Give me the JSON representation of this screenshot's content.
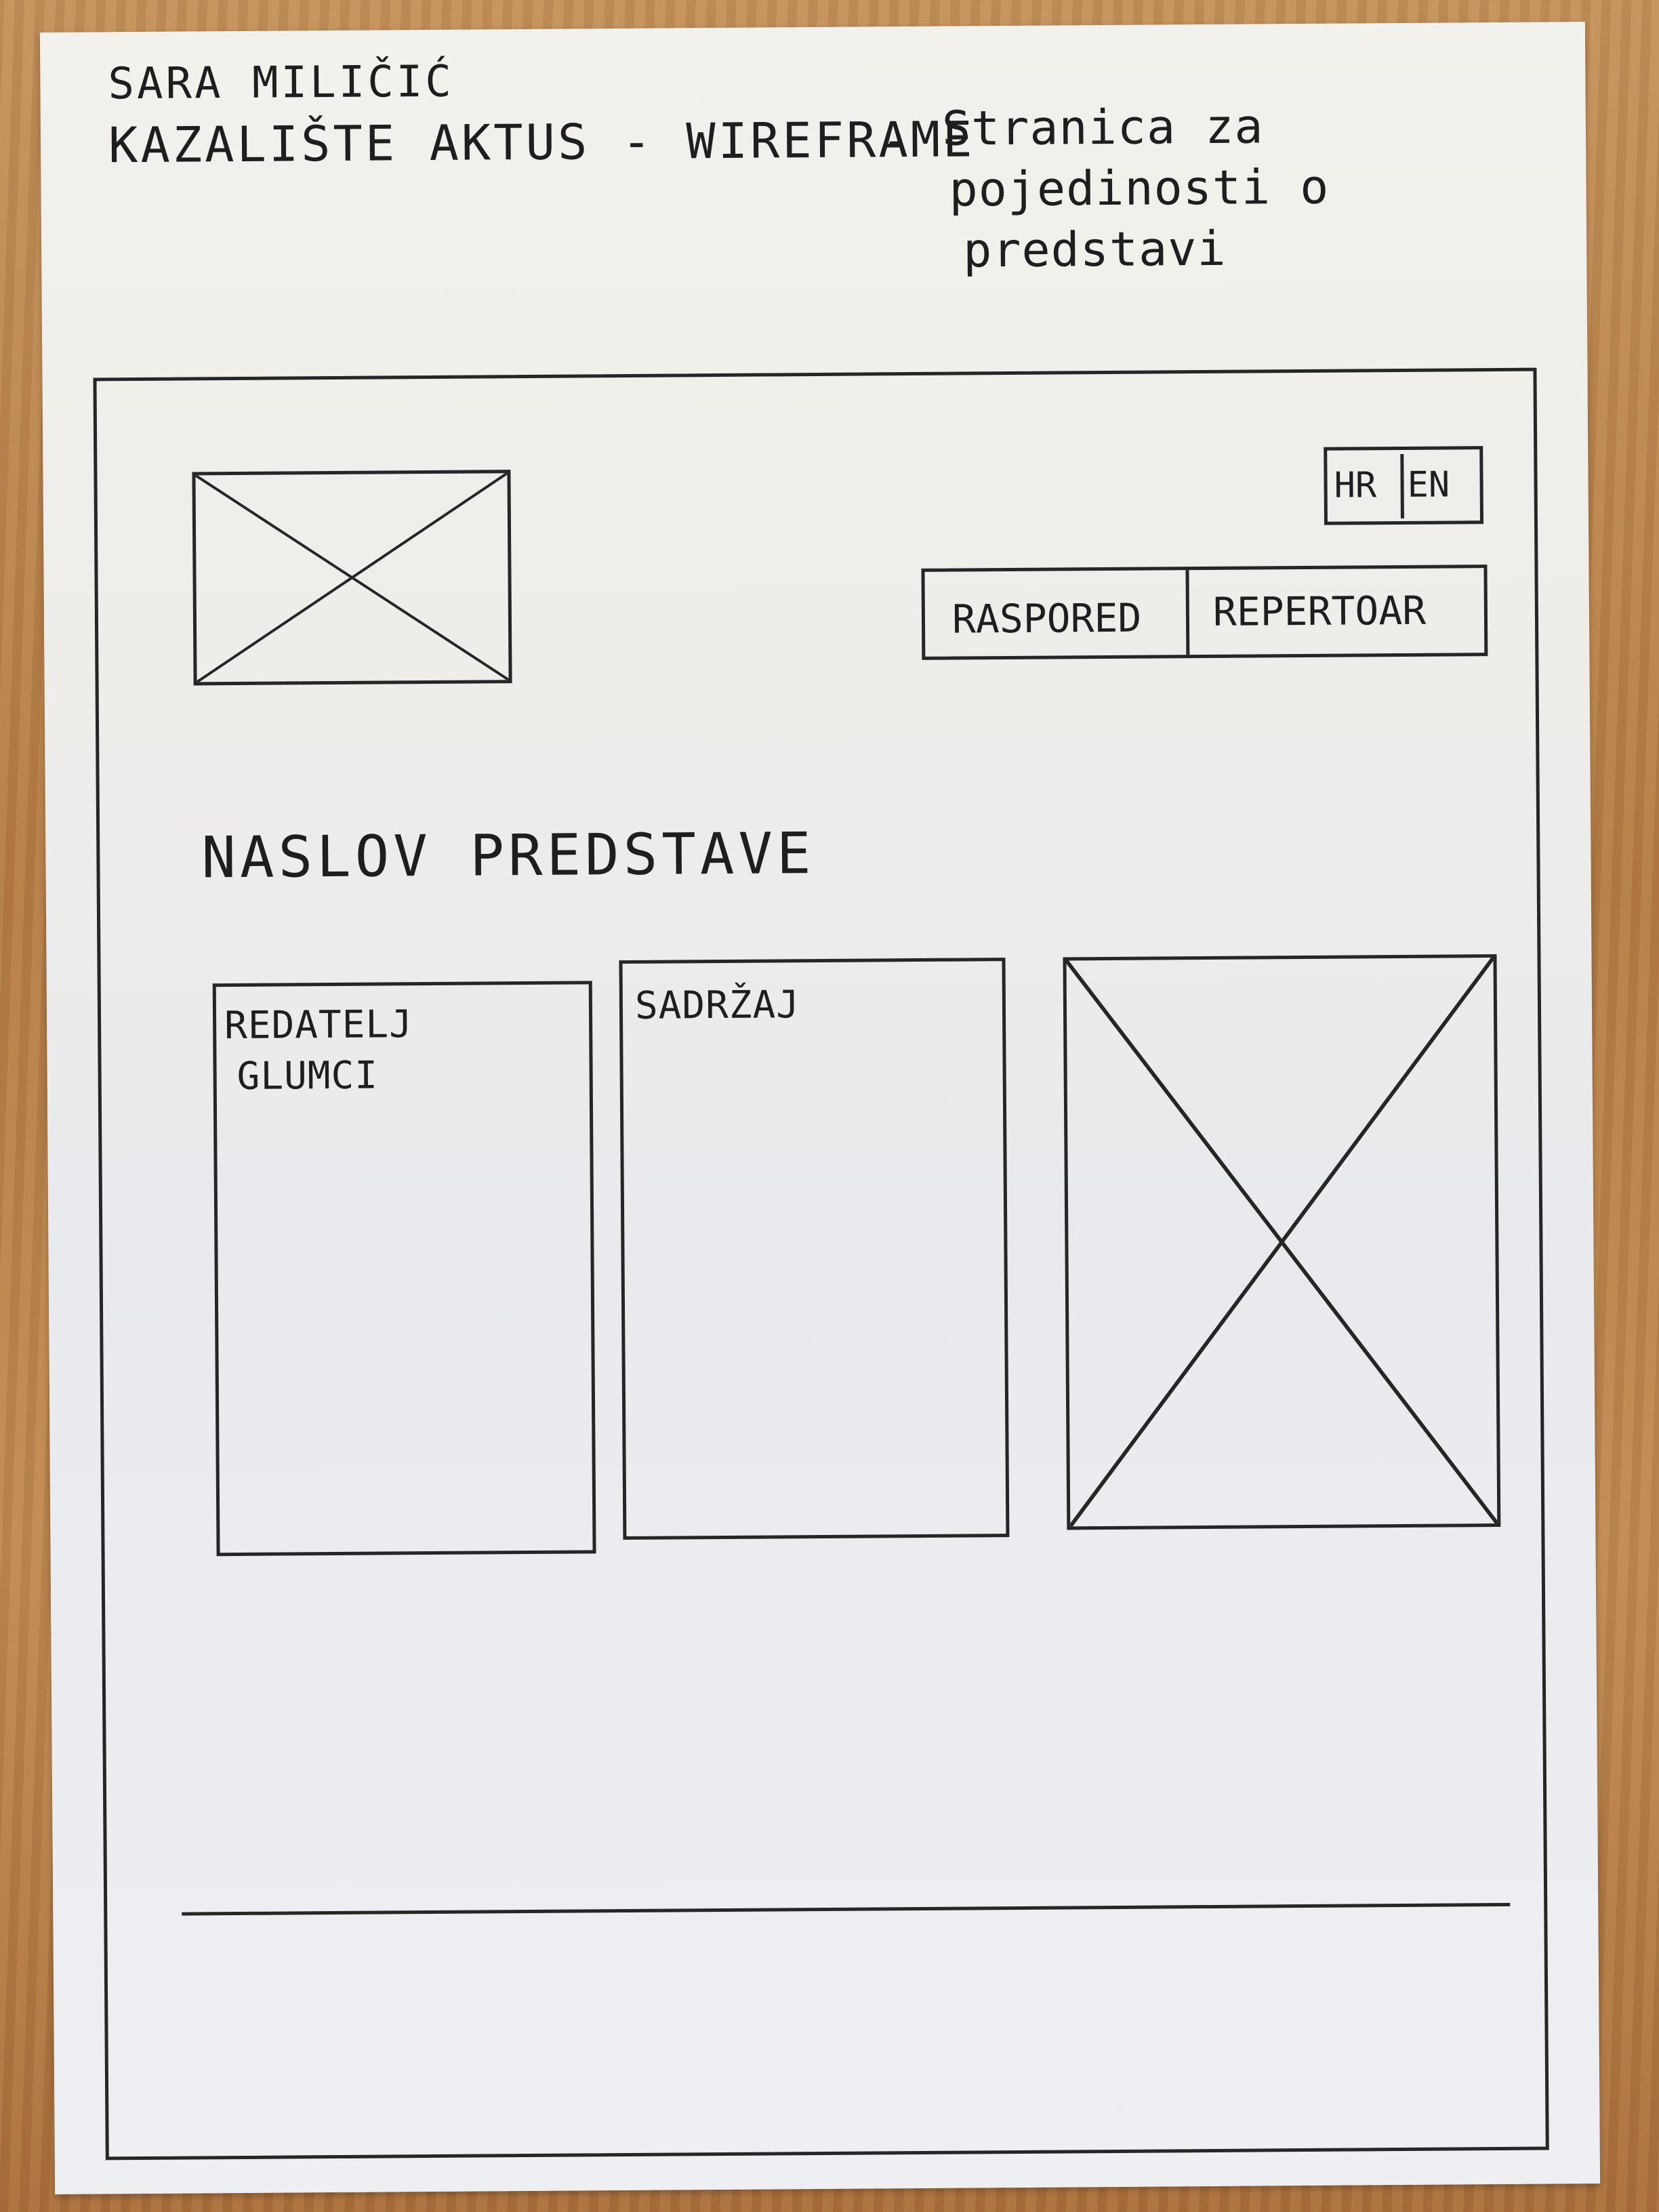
{
  "sketch": {
    "author": "SARA MILIČIĆ",
    "project": "KAZALIŠTE AKTUS - WIREFRAME",
    "dash": "-",
    "subtitle_line1": "Stranica za",
    "subtitle_line2": "pojedinosti o",
    "subtitle_line3": "predstavi"
  },
  "header": {
    "logo_icon": "image-placeholder-icon",
    "lang": {
      "hr": "HR",
      "en": "EN"
    },
    "nav": [
      {
        "label": "RASPORED"
      },
      {
        "label": "REPERTOAR"
      }
    ]
  },
  "main": {
    "title": "NASLOV PREDSTAVE",
    "credits_line1": "REDATELJ",
    "credits_line2": "GLUMCI",
    "content_label": "SADRŽAJ",
    "poster_icon": "image-placeholder-icon"
  },
  "colors": {
    "ink": "#262626",
    "paper": "#eeede9",
    "table": "#b8844e"
  }
}
